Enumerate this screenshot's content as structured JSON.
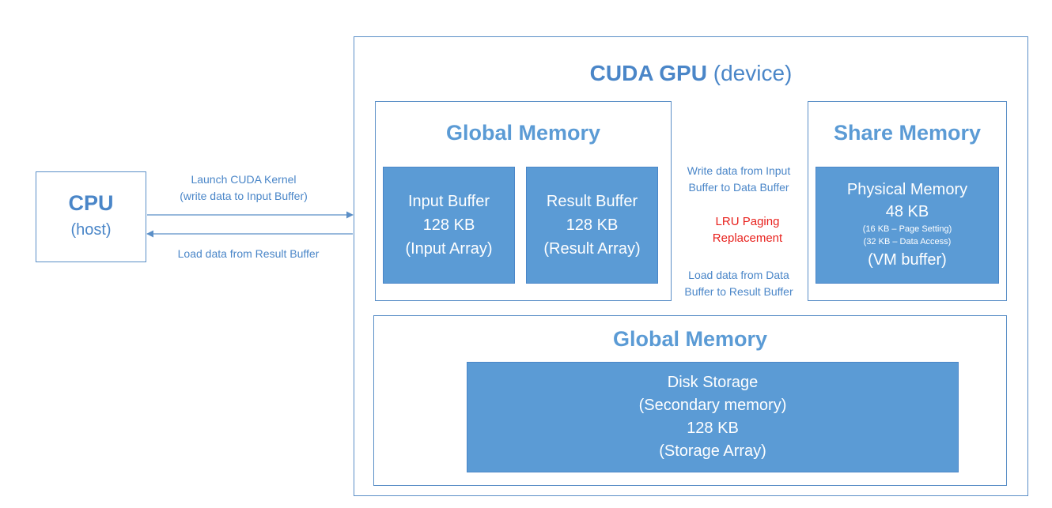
{
  "cpu": {
    "title": "CPU",
    "subtitle": "(host)"
  },
  "gpu": {
    "title_bold": "CUDA GPU",
    "title_rest": " (device)",
    "global_memory": {
      "title": "Global Memory",
      "input_buffer": [
        "Input Buffer",
        "128 KB",
        "(Input Array)"
      ],
      "result_buffer": [
        "Result Buffer",
        "128 KB",
        "(Result Array)"
      ]
    },
    "share_memory": {
      "title": "Share Memory",
      "physical": {
        "line1": "Physical Memory",
        "line2": "48 KB",
        "line3": "(16 KB – Page Setting)",
        "line4": "(32 KB – Data Access)",
        "line5": "(VM buffer)"
      }
    },
    "global_memory_2": {
      "title": "Global Memory",
      "disk": [
        "Disk Storage",
        "(Secondary memory)",
        "128 KB",
        "(Storage Array)"
      ]
    }
  },
  "arrows": {
    "launch": [
      "Launch CUDA Kernel",
      "(write data to Input Buffer)"
    ],
    "load_result": "Load data from Result Buffer",
    "write_data": [
      "Write data from Input",
      "Buffer to Data Buffer"
    ],
    "lru": [
      "LRU Paging",
      "Replacement"
    ],
    "load_data": [
      "Load data from Data",
      "Buffer to Result Buffer"
    ]
  },
  "colors": {
    "accent": "#5b9bd5",
    "text": "#4a86c8",
    "highlight": "#e8211d"
  }
}
